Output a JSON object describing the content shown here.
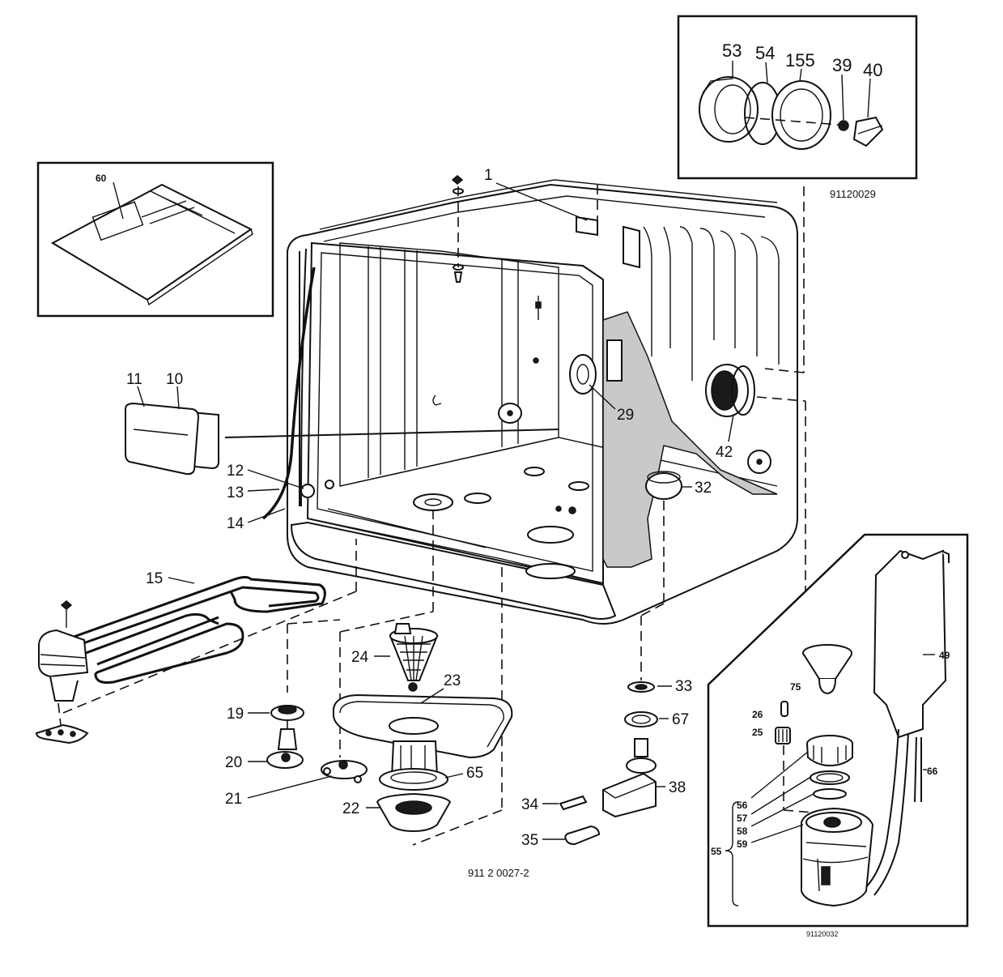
{
  "diagram": {
    "labels": {
      "p1": "1",
      "p10": "10",
      "p11": "11",
      "p12": "12",
      "p13": "13",
      "p14": "14",
      "p15": "15",
      "p19": "19",
      "p20": "20",
      "p21": "21",
      "p22": "22",
      "p23": "23",
      "p24": "24",
      "p25": "25",
      "p26": "26",
      "p29": "29",
      "p32": "32",
      "p33": "33",
      "p34": "34",
      "p35": "35",
      "p38": "38",
      "p39": "39",
      "p40": "40",
      "p42": "42",
      "p49": "49",
      "p53": "53",
      "p54": "54",
      "p55": "55",
      "p56": "56",
      "p57": "57",
      "p58": "58",
      "p59": "59",
      "p60": "60",
      "p65": "65",
      "p66": "66",
      "p67": "67",
      "p75": "75",
      "p155": "155"
    },
    "codes": {
      "main": "911 2 0027-2",
      "door_seal_inset": "91120029",
      "dispenser_inset": "91120032"
    }
  }
}
